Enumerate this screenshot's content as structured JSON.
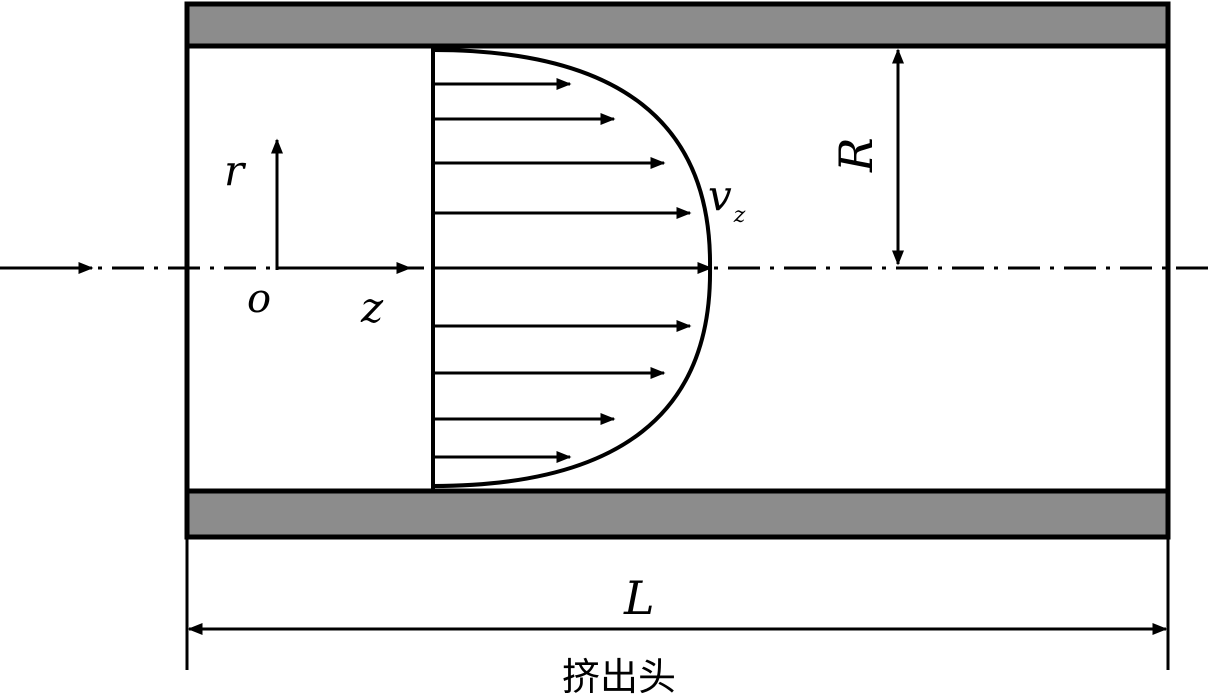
{
  "diagram": {
    "labels": {
      "r": "r",
      "origin": "o",
      "z": "z",
      "velocity": "v",
      "velocity_subscript": "z",
      "radius": "R",
      "length": "L",
      "caption": "挤出头"
    },
    "colors": {
      "wall_fill": "#8c8c8c",
      "stroke": "#000000",
      "background": "#ffffff"
    }
  }
}
